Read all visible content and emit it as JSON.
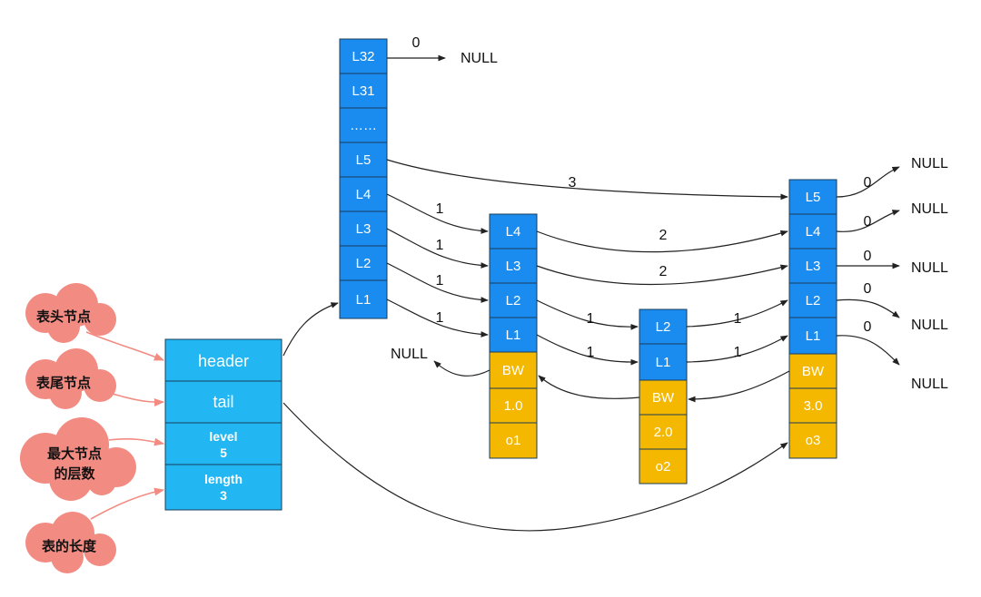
{
  "colors": {
    "blue": "#1a8cf0",
    "yellow": "#f5b800",
    "header_blue": "#22b7f2",
    "cloud": "#f28b82",
    "border": "#1b3c5a"
  },
  "header": {
    "header": "header",
    "tail": "tail",
    "level_label": "level",
    "level_value": "5",
    "length_label": "length",
    "length_value": "3"
  },
  "annotations": {
    "head": "表头节点",
    "tail": "表尾节点",
    "max_level_line1": "最大节点",
    "max_level_line2": "的层数",
    "length": "表的长度"
  },
  "head_node": {
    "levels": [
      "L32",
      "L31",
      "……",
      "L5",
      "L4",
      "L3",
      "L2",
      "L1"
    ]
  },
  "nodes": [
    {
      "levels": [
        "L4",
        "L3",
        "L2",
        "L1"
      ],
      "backward": "BW",
      "score": "1.0",
      "obj": "o1"
    },
    {
      "levels": [
        "L2",
        "L1"
      ],
      "backward": "BW",
      "score": "2.0",
      "obj": "o2"
    },
    {
      "levels": [
        "L5",
        "L4",
        "L3",
        "L2",
        "L1"
      ],
      "backward": "BW",
      "score": "3.0",
      "obj": "o3"
    }
  ],
  "null_text": "NULL",
  "spans": {
    "l32": "0",
    "l5": "3",
    "h4": "1",
    "h3": "1",
    "h2": "1",
    "h1": "1",
    "n1_4": "2",
    "n1_3": "2",
    "n1_2": "1",
    "n1_1": "1",
    "n2_2": "1",
    "n2_1": "1",
    "t5": "0",
    "t4": "0",
    "t3": "0",
    "t2": "0",
    "t1": "0"
  }
}
